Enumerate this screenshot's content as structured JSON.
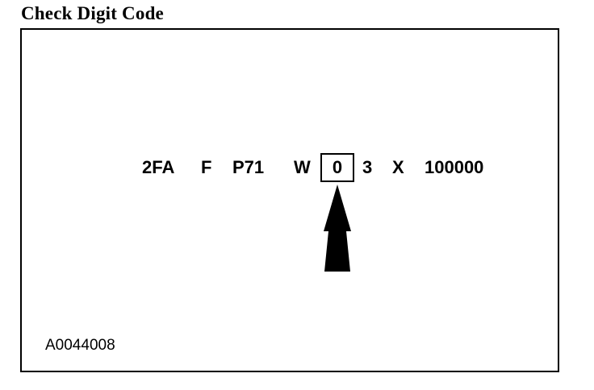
{
  "title": "Check Digit Code",
  "code_segments": [
    "2FA",
    "F",
    "P71",
    "W",
    "0",
    "3",
    "X",
    "100000"
  ],
  "highlighted_segment": "0",
  "figure_id": "A0044008",
  "arrow_icon": "up-arrow-icon"
}
